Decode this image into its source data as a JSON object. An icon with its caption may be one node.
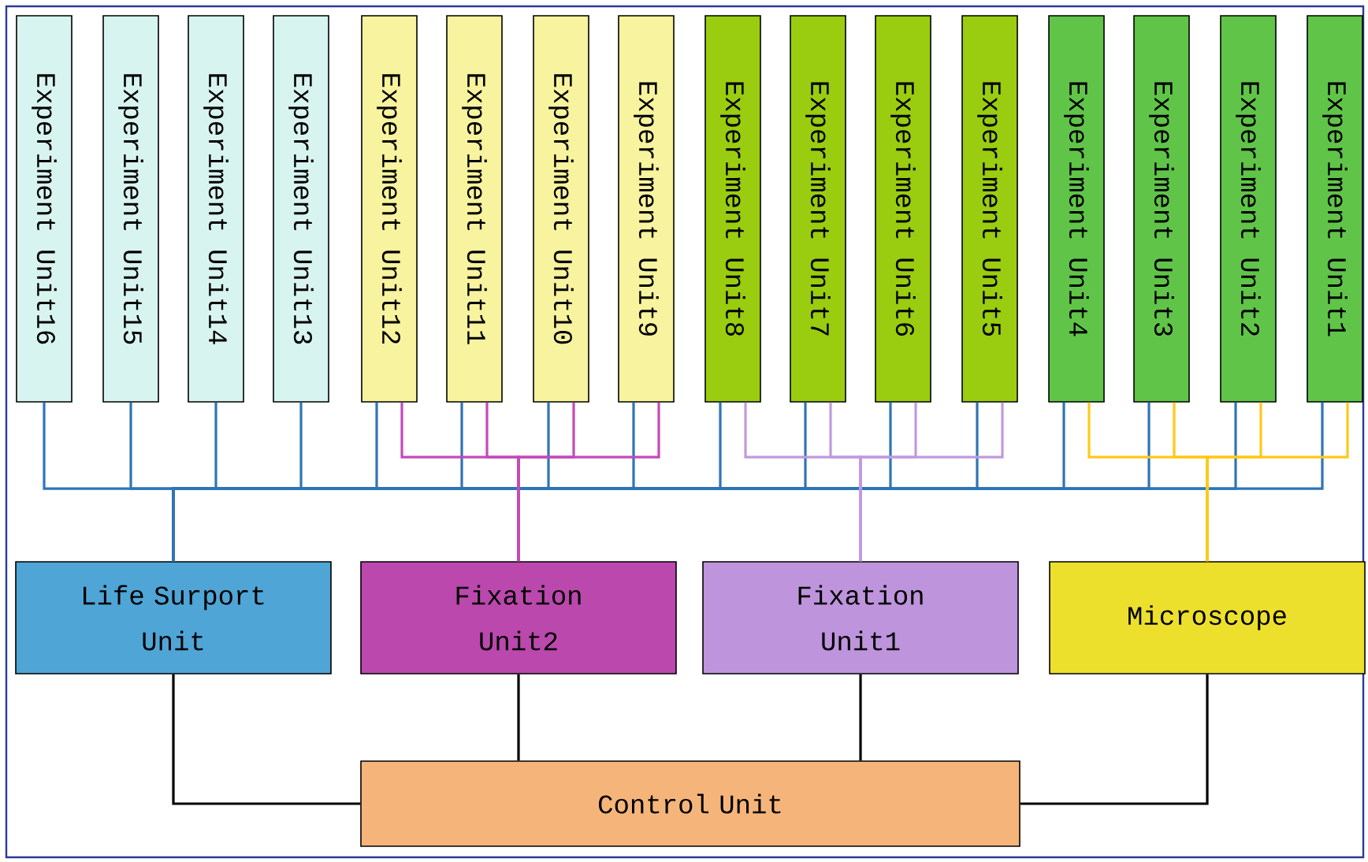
{
  "diagram": {
    "nodes": [
      {
        "text": [
          "Experiment Unit16"
        ]
      },
      {
        "text": [
          "Experiment Unit15"
        ]
      },
      {
        "text": [
          "Experiment Unit14"
        ]
      },
      {
        "text": [
          "Experiment Unit13"
        ]
      },
      {
        "text": [
          "Experiment Unit12"
        ]
      },
      {
        "text": [
          "Experiment Unit11"
        ]
      },
      {
        "text": [
          "Experiment Unit10"
        ]
      },
      {
        "text": [
          "Experiment Unit9"
        ]
      },
      {
        "text": [
          "Experiment Unit8"
        ]
      },
      {
        "text": [
          "Experiment Unit7"
        ]
      },
      {
        "text": [
          "Experiment Unit6"
        ]
      },
      {
        "text": [
          "Experiment Unit5"
        ]
      },
      {
        "text": [
          "Experiment Unit4"
        ]
      },
      {
        "text": [
          "Experiment Unit3"
        ]
      },
      {
        "text": [
          "Experiment Unit2"
        ]
      },
      {
        "text": [
          "Experiment Unit1"
        ]
      },
      {
        "text": [
          "Life Surport Unit"
        ]
      },
      {
        "text": [
          "Fixation Unit2"
        ]
      },
      {
        "text": [
          "Fixation Unit1"
        ]
      },
      {
        "text": [
          "Microscope"
        ]
      },
      {
        "text": [
          "Control Unit"
        ]
      }
    ],
    "edges": [
      {
        "from": 0,
        "to": 16,
        "arrow": "none"
      },
      {
        "from": 1,
        "to": 16,
        "arrow": "none"
      },
      {
        "from": 2,
        "to": 16,
        "arrow": "none"
      },
      {
        "from": 3,
        "to": 16,
        "arrow": "none"
      },
      {
        "from": 4,
        "to": 16,
        "arrow": "none"
      },
      {
        "from": 5,
        "to": 16,
        "arrow": "none"
      },
      {
        "from": 6,
        "to": 16,
        "arrow": "none"
      },
      {
        "from": 7,
        "to": 16,
        "arrow": "none"
      },
      {
        "from": 8,
        "to": 16,
        "arrow": "none"
      },
      {
        "from": 9,
        "to": 16,
        "arrow": "none"
      },
      {
        "from": 10,
        "to": 16,
        "arrow": "none"
      },
      {
        "from": 11,
        "to": 16,
        "arrow": "none"
      },
      {
        "from": 12,
        "to": 16,
        "arrow": "none"
      },
      {
        "from": 13,
        "to": 16,
        "arrow": "none"
      },
      {
        "from": 14,
        "to": 16,
        "arrow": "none"
      },
      {
        "from": 15,
        "to": 16,
        "arrow": "none"
      },
      {
        "from": 4,
        "to": 17,
        "arrow": "none",
        "color": "#c44ab8"
      },
      {
        "from": 5,
        "to": 17,
        "arrow": "none",
        "color": "#c44ab8"
      },
      {
        "from": 6,
        "to": 17,
        "arrow": "none",
        "color": "#c44ab8"
      },
      {
        "from": 7,
        "to": 17,
        "arrow": "none",
        "color": "#c44ab8"
      },
      {
        "from": 8,
        "to": 18,
        "arrow": "none",
        "color": "#c09ae0"
      },
      {
        "from": 9,
        "to": 18,
        "arrow": "none",
        "color": "#c09ae0"
      },
      {
        "from": 10,
        "to": 18,
        "arrow": "none",
        "color": "#c09ae0"
      },
      {
        "from": 11,
        "to": 18,
        "arrow": "none",
        "color": "#c09ae0"
      },
      {
        "from": 12,
        "to": 19,
        "arrow": "none",
        "color": "#ffc819"
      },
      {
        "from": 13,
        "to": 19,
        "arrow": "none",
        "color": "#ffc819"
      },
      {
        "from": 14,
        "to": 19,
        "arrow": "none",
        "color": "#ffc819"
      },
      {
        "from": 15,
        "to": 19,
        "arrow": "none",
        "color": "#ffc819"
      },
      {
        "from": 16,
        "to": 20,
        "arrow": "none",
        "color": "#000000"
      },
      {
        "from": 17,
        "to": 20,
        "arrow": "none",
        "color": "#000000"
      },
      {
        "from": 18,
        "to": 20,
        "arrow": "none",
        "color": "#000000"
      },
      {
        "from": 19,
        "to": 20,
        "arrow": "none",
        "color": "#000000"
      }
    ]
  }
}
